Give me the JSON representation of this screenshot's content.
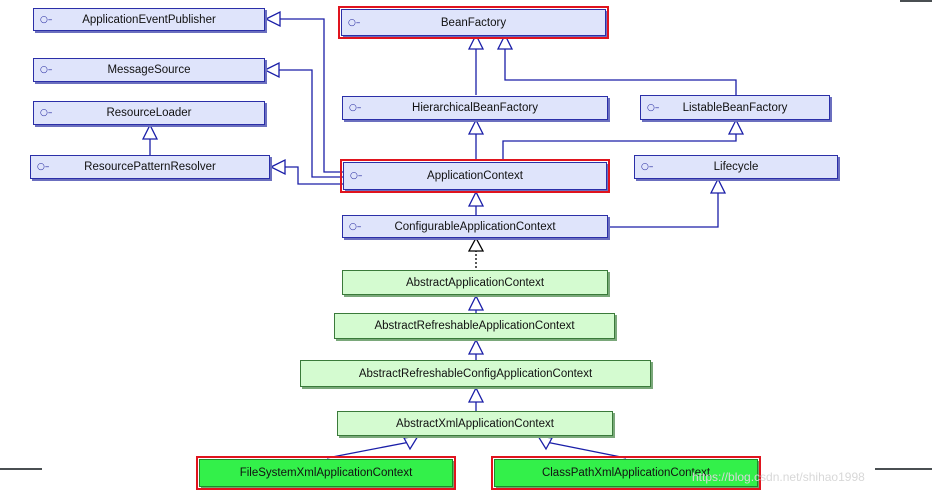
{
  "nodes": {
    "application_event_publisher": {
      "label": "ApplicationEventPublisher",
      "glyph": "○–"
    },
    "bean_factory": {
      "label": "BeanFactory",
      "glyph": "○–"
    },
    "message_source": {
      "label": "MessageSource",
      "glyph": "○–"
    },
    "resource_loader": {
      "label": "ResourceLoader",
      "glyph": "○–"
    },
    "resource_pattern_resolver": {
      "label": "ResourcePatternResolver",
      "glyph": "○–"
    },
    "hierarchical_bean_factory": {
      "label": "HierarchicalBeanFactory",
      "glyph": "○–"
    },
    "listable_bean_factory": {
      "label": "ListableBeanFactory",
      "glyph": "○–"
    },
    "application_context": {
      "label": "ApplicationContext",
      "glyph": "○–"
    },
    "lifecycle": {
      "label": "Lifecycle",
      "glyph": "○–"
    },
    "configurable_application_context": {
      "label": "ConfigurableApplicationContext",
      "glyph": "○–"
    },
    "abstract_application_context": {
      "label": "AbstractApplicationContext"
    },
    "abstract_refreshable_application_context": {
      "label": "AbstractRefreshableApplicationContext"
    },
    "abstract_refreshable_config_application_context": {
      "label": "AbstractRefreshableConfigApplicationContext"
    },
    "abstract_xml_application_context": {
      "label": "AbstractXmlApplicationContext"
    },
    "file_system_xml_application_context": {
      "label": "FileSystemXmlApplicationContext"
    },
    "class_path_xml_application_context": {
      "label": "ClassPathXmlApplicationContext"
    }
  },
  "watermark": "https://blog.csdn.net/shihao1998",
  "colors": {
    "interface_fill": "#dfe4fb",
    "abstract_fill": "#d4fbd0",
    "concrete_fill": "#33f04a",
    "highlight": "#e0141e",
    "edge": "#1a1ea8"
  }
}
